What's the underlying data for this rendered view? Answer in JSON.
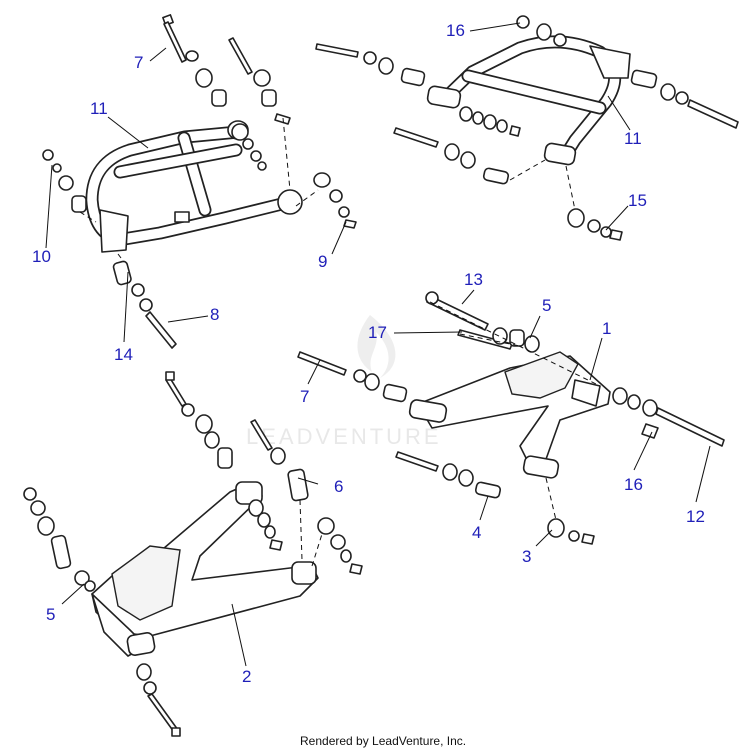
{
  "watermark": {
    "text": "LEADVENTURE"
  },
  "footer": {
    "text": "Rendered by LeadVenture, Inc."
  },
  "callouts": [
    {
      "id": "c7a",
      "label": "7"
    },
    {
      "id": "c11a",
      "label": "11"
    },
    {
      "id": "c10",
      "label": "10"
    },
    {
      "id": "c9",
      "label": "9"
    },
    {
      "id": "c8",
      "label": "8"
    },
    {
      "id": "c14",
      "label": "14"
    },
    {
      "id": "c16a",
      "label": "16"
    },
    {
      "id": "c11b",
      "label": "11"
    },
    {
      "id": "c15",
      "label": "15"
    },
    {
      "id": "c13",
      "label": "13"
    },
    {
      "id": "c5a",
      "label": "5"
    },
    {
      "id": "c17",
      "label": "17"
    },
    {
      "id": "c1",
      "label": "1"
    },
    {
      "id": "c7b",
      "label": "7"
    },
    {
      "id": "c16b",
      "label": "16"
    },
    {
      "id": "c12",
      "label": "12"
    },
    {
      "id": "c4",
      "label": "4"
    },
    {
      "id": "c3",
      "label": "3"
    },
    {
      "id": "c6",
      "label": "6"
    },
    {
      "id": "c5b",
      "label": "5"
    },
    {
      "id": "c2",
      "label": "2"
    }
  ]
}
